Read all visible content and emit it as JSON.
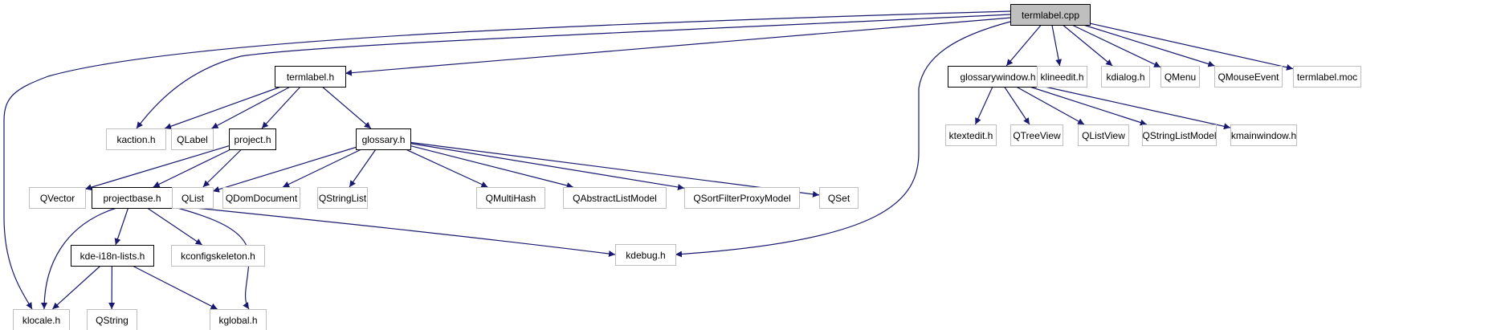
{
  "diagram": {
    "type": "include-dependency-graph",
    "colors": {
      "edge": "#191970",
      "root_fill": "#bfbfbf",
      "documented_border": "#000000",
      "external_border": "#bfbfbf"
    },
    "nodes": [
      {
        "id": "termlabel_cpp",
        "label": "termlabel.cpp",
        "kind": "root"
      },
      {
        "id": "termlabel_h",
        "label": "termlabel.h",
        "kind": "doc"
      },
      {
        "id": "glossarywindow_h",
        "label": "glossarywindow.h",
        "kind": "doc"
      },
      {
        "id": "klineedit_h",
        "label": "klineedit.h",
        "kind": "ext"
      },
      {
        "id": "kdialog_h",
        "label": "kdialog.h",
        "kind": "ext"
      },
      {
        "id": "QMenu",
        "label": "QMenu",
        "kind": "ext"
      },
      {
        "id": "QMouseEvent",
        "label": "QMouseEvent",
        "kind": "ext"
      },
      {
        "id": "termlabel_moc",
        "label": "termlabel.moc",
        "kind": "ext"
      },
      {
        "id": "kaction_h",
        "label": "kaction.h",
        "kind": "ext"
      },
      {
        "id": "QLabel",
        "label": "QLabel",
        "kind": "ext"
      },
      {
        "id": "project_h",
        "label": "project.h",
        "kind": "doc"
      },
      {
        "id": "glossary_h",
        "label": "glossary.h",
        "kind": "doc"
      },
      {
        "id": "QVector",
        "label": "QVector",
        "kind": "ext"
      },
      {
        "id": "projectbase_h",
        "label": "projectbase.h",
        "kind": "doc"
      },
      {
        "id": "QList",
        "label": "QList",
        "kind": "ext"
      },
      {
        "id": "QDomDocument",
        "label": "QDomDocument",
        "kind": "ext"
      },
      {
        "id": "QStringList",
        "label": "QStringList",
        "kind": "ext"
      },
      {
        "id": "QMultiHash",
        "label": "QMultiHash",
        "kind": "ext"
      },
      {
        "id": "QAbstractListModel",
        "label": "QAbstractListModel",
        "kind": "ext"
      },
      {
        "id": "QSortFilterProxyModel",
        "label": "QSortFilterProxyModel",
        "kind": "ext"
      },
      {
        "id": "QSet",
        "label": "QSet",
        "kind": "ext"
      },
      {
        "id": "ktextedit_h",
        "label": "ktextedit.h",
        "kind": "ext"
      },
      {
        "id": "QTreeView",
        "label": "QTreeView",
        "kind": "ext"
      },
      {
        "id": "QListView",
        "label": "QListView",
        "kind": "ext"
      },
      {
        "id": "QStringListModel",
        "label": "QStringListModel",
        "kind": "ext"
      },
      {
        "id": "kmainwindow_h",
        "label": "kmainwindow.h",
        "kind": "ext"
      },
      {
        "id": "kdebug_h",
        "label": "kdebug.h",
        "kind": "ext"
      },
      {
        "id": "kde_i18n_lists_h",
        "label": "kde-i18n-lists.h",
        "kind": "doc"
      },
      {
        "id": "kconfigskeleton_h",
        "label": "kconfigskeleton.h",
        "kind": "ext"
      },
      {
        "id": "klocale_h",
        "label": "klocale.h",
        "kind": "ext"
      },
      {
        "id": "QString",
        "label": "QString",
        "kind": "ext"
      },
      {
        "id": "kglobal_h",
        "label": "kglobal.h",
        "kind": "ext"
      }
    ],
    "edges": [
      [
        "termlabel_cpp",
        "termlabel_h"
      ],
      [
        "termlabel_cpp",
        "glossarywindow_h"
      ],
      [
        "termlabel_cpp",
        "klineedit_h"
      ],
      [
        "termlabel_cpp",
        "kdialog_h"
      ],
      [
        "termlabel_cpp",
        "QMenu"
      ],
      [
        "termlabel_cpp",
        "QMouseEvent"
      ],
      [
        "termlabel_cpp",
        "termlabel_moc"
      ],
      [
        "termlabel_cpp",
        "kaction_h"
      ],
      [
        "termlabel_cpp",
        "klocale_h"
      ],
      [
        "termlabel_cpp",
        "kdebug_h"
      ],
      [
        "termlabel_h",
        "kaction_h"
      ],
      [
        "termlabel_h",
        "QLabel"
      ],
      [
        "termlabel_h",
        "project_h"
      ],
      [
        "termlabel_h",
        "glossary_h"
      ],
      [
        "project_h",
        "QVector"
      ],
      [
        "project_h",
        "projectbase_h"
      ],
      [
        "project_h",
        "QList"
      ],
      [
        "glossary_h",
        "QList"
      ],
      [
        "glossary_h",
        "QDomDocument"
      ],
      [
        "glossary_h",
        "QStringList"
      ],
      [
        "glossary_h",
        "QMultiHash"
      ],
      [
        "glossary_h",
        "QAbstractListModel"
      ],
      [
        "glossary_h",
        "QSortFilterProxyModel"
      ],
      [
        "glossary_h",
        "QSet"
      ],
      [
        "glossarywindow_h",
        "ktextedit_h"
      ],
      [
        "glossarywindow_h",
        "QTreeView"
      ],
      [
        "glossarywindow_h",
        "QListView"
      ],
      [
        "glossarywindow_h",
        "QStringListModel"
      ],
      [
        "glossarywindow_h",
        "kmainwindow_h"
      ],
      [
        "projectbase_h",
        "klocale_h"
      ],
      [
        "projectbase_h",
        "kde_i18n_lists_h"
      ],
      [
        "projectbase_h",
        "kconfigskeleton_h"
      ],
      [
        "projectbase_h",
        "kglobal_h"
      ],
      [
        "projectbase_h",
        "kdebug_h"
      ],
      [
        "kde_i18n_lists_h",
        "klocale_h"
      ],
      [
        "kde_i18n_lists_h",
        "QString"
      ],
      [
        "kde_i18n_lists_h",
        "kglobal_h"
      ]
    ]
  }
}
